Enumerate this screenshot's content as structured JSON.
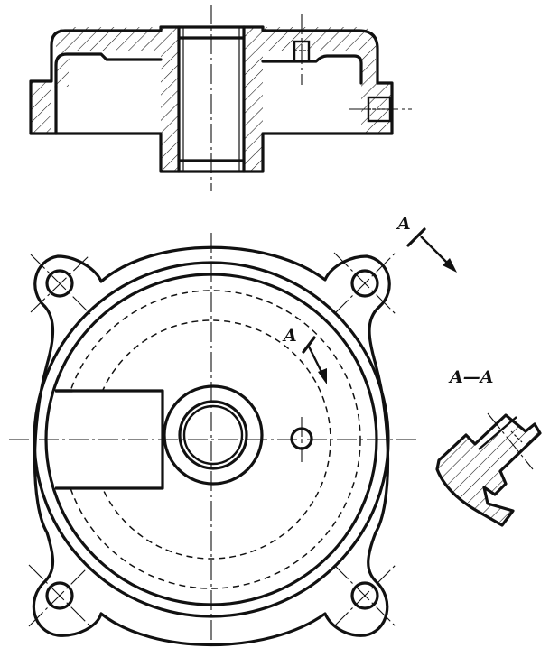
{
  "labels": {
    "section_marker_upper": "A",
    "section_marker_lower": "A",
    "section_title": "A—A"
  }
}
